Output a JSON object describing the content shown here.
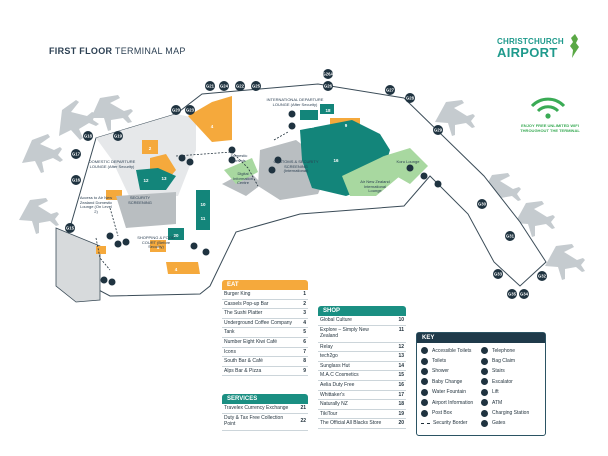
{
  "title": {
    "bold": "FIRST FLOOR",
    "rest": " TERMINAL MAP"
  },
  "logo": {
    "line1": "CHRISTCHURCH",
    "line2": "AIRPORT"
  },
  "wifi": {
    "text": "ENJOY FREE UNLIMITED WIFI THROUGHOUT THE TERMINAL"
  },
  "colors": {
    "eat": "#f5a93c",
    "shop": "#1a8f82",
    "services": "#1a8f82",
    "key": "#1f3a4a",
    "teal_dark": "#13857a",
    "green_light": "#a8d8a0",
    "grey": "#c9ccce"
  },
  "area_labels": {
    "domestic": "DOMESTIC DEPARTURE LOUNGE (After Security)",
    "international": "INTERNATIONAL DEPARTURE LOUNGE (After Security)",
    "security": "SECURITY SCREENING",
    "customs": "CUSTOMS & SECURITY SCREENING (International)",
    "shopping": "SHOPPING & FOOD COURT (Before Security)",
    "domestic_arrivals": "Domestic Arrivals",
    "intl_info": "Digital Information Centre",
    "air_nz_intl": "Air New Zealand International Lounge",
    "koru": "Koru Lounge",
    "air_nz_domestic": "Access to Air New Zealand Domestic Lounge (On Level 2)"
  },
  "gates": [
    "G21",
    "G24",
    "G22",
    "G25",
    "G20",
    "G23",
    "G18",
    "G19",
    "G17",
    "G16",
    "G15",
    "G26A",
    "G26",
    "G27",
    "G28",
    "G29",
    "G30",
    "G31",
    "G32",
    "G33",
    "G35",
    "G34"
  ],
  "eat": {
    "heading": "EAT",
    "items": [
      {
        "name": "Burger King",
        "num": "1"
      },
      {
        "name": "Cassels Pop-up Bar",
        "num": "2"
      },
      {
        "name": "The Sushi Platter",
        "num": "3"
      },
      {
        "name": "Underground Coffee Company",
        "num": "4"
      },
      {
        "name": "Tank",
        "num": "5"
      },
      {
        "name": "Number Eight Kiwi Café",
        "num": "6"
      },
      {
        "name": "Icons",
        "num": "7"
      },
      {
        "name": "South Bar & Café",
        "num": "8"
      },
      {
        "name": "Alps Bar & Pizza",
        "num": "9"
      }
    ]
  },
  "services": {
    "heading": "SERVICES",
    "items": [
      {
        "name": "Travelex Currency Exchange",
        "num": "21"
      },
      {
        "name": "Duty & Tax Free Collection Point",
        "num": "22"
      }
    ]
  },
  "shop": {
    "heading": "SHOP",
    "items": [
      {
        "name": "Global Culture",
        "num": "10"
      },
      {
        "name": "Explore – Simply New Zealand",
        "num": "11"
      },
      {
        "name": "Relay",
        "num": "12"
      },
      {
        "name": "tech2go",
        "num": "13"
      },
      {
        "name": "Sunglass Hut",
        "num": "14"
      },
      {
        "name": "M.A.C Cosmetics",
        "num": "15"
      },
      {
        "name": "Aelia Duty Free",
        "num": "16"
      },
      {
        "name": "Whittaker's",
        "num": "17"
      },
      {
        "name": "Naturally NZ",
        "num": "18"
      },
      {
        "name": "TikiTour",
        "num": "19"
      },
      {
        "name": "The Official All Blacks Store",
        "num": "20"
      }
    ]
  },
  "key": {
    "heading": "KEY",
    "items": [
      {
        "label": "Accessible Toilets",
        "icon": "accessible-icon"
      },
      {
        "label": "Telephone",
        "icon": "telephone-icon"
      },
      {
        "label": "Toilets",
        "icon": "toilets-icon"
      },
      {
        "label": "Bag Claim",
        "icon": "bag-claim-icon"
      },
      {
        "label": "Shower",
        "icon": "shower-icon"
      },
      {
        "label": "Stairs",
        "icon": "stairs-icon"
      },
      {
        "label": "Baby Change",
        "icon": "baby-change-icon"
      },
      {
        "label": "Escalator",
        "icon": "escalator-icon"
      },
      {
        "label": "Water Fountain",
        "icon": "water-fountain-icon"
      },
      {
        "label": "Lift",
        "icon": "lift-icon"
      },
      {
        "label": "Airport Information",
        "icon": "info-icon"
      },
      {
        "label": "ATM",
        "icon": "atm-icon"
      },
      {
        "label": "Post Box",
        "icon": "post-box-icon"
      },
      {
        "label": "Charging Station",
        "icon": "charging-icon"
      },
      {
        "label": "Security Border",
        "icon": "security-border-icon"
      },
      {
        "label": "Gates",
        "icon": "gates-icon"
      }
    ]
  }
}
